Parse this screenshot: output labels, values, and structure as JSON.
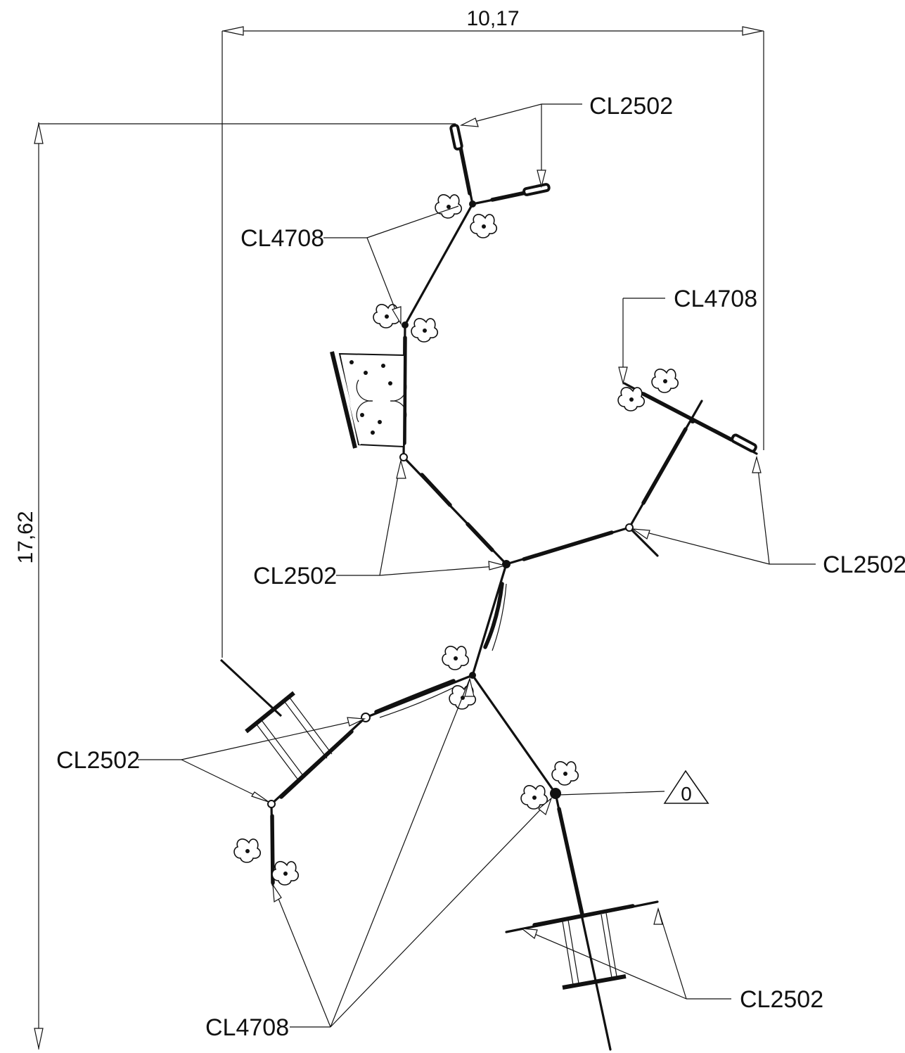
{
  "dimensions": {
    "width": "10,17",
    "height": "17,62"
  },
  "callouts": [
    {
      "id": "top",
      "label": "CL2502"
    },
    {
      "id": "upper-left",
      "label": "CL4708"
    },
    {
      "id": "right-upper",
      "label": "CL4708"
    },
    {
      "id": "center-left",
      "label": "CL2502"
    },
    {
      "id": "right",
      "label": "CL2502"
    },
    {
      "id": "lower-left",
      "label": "CL2502"
    },
    {
      "id": "bottom-right",
      "label": "CL2502"
    },
    {
      "id": "bottom-left",
      "label": "CL4708"
    }
  ],
  "origin_marker": "0"
}
